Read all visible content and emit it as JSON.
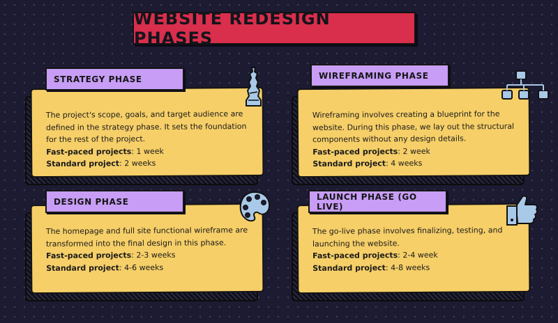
{
  "title": "Website Redesign Phases",
  "phases": [
    {
      "name": "Strategy Phase",
      "description": "The project's scope, goals, and target audience are defined in the strategy phase. It sets the foundation for the rest of the project.",
      "fast_label": "Fast-paced projects",
      "fast_value": ": 1 week",
      "standard_label": "Standard project",
      "standard_value": ": 2 weeks",
      "icon": "chess-pawn-icon"
    },
    {
      "name": "Wireframing Phase",
      "description": "Wireframing involves creating a blueprint for the website. During this phase, we lay out the structural components without any design details.",
      "fast_label": "Fast-paced projects",
      "fast_value": ": 2 week",
      "standard_label": "Standard project",
      "standard_value": ": 4 weeks",
      "icon": "sitemap-icon"
    },
    {
      "name": "Design Phase",
      "description": "The homepage and full site functional wireframe are transformed into the final design in this phase.",
      "fast_label": "Fast-paced projects",
      "fast_value": ": 2-3 weeks",
      "standard_label": "Standard project",
      "standard_value": ": 4-6 weeks",
      "icon": "paint-palette-icon"
    },
    {
      "name": "Launch Phase (Go Live)",
      "description": "The go-live phase involves finalizing, testing, and launching the website.",
      "fast_label": "Fast-paced projects",
      "fast_value": ": 2-4 week",
      "standard_label": "Standard project",
      "standard_value": ": 4-8 weeks",
      "icon": "thumbs-up-icon"
    }
  ],
  "colors": {
    "background": "#1c1b32",
    "title_banner": "#d92e4c",
    "card": "#f6cf68",
    "label": "#c79df5",
    "icon": "#a9c9e8"
  }
}
